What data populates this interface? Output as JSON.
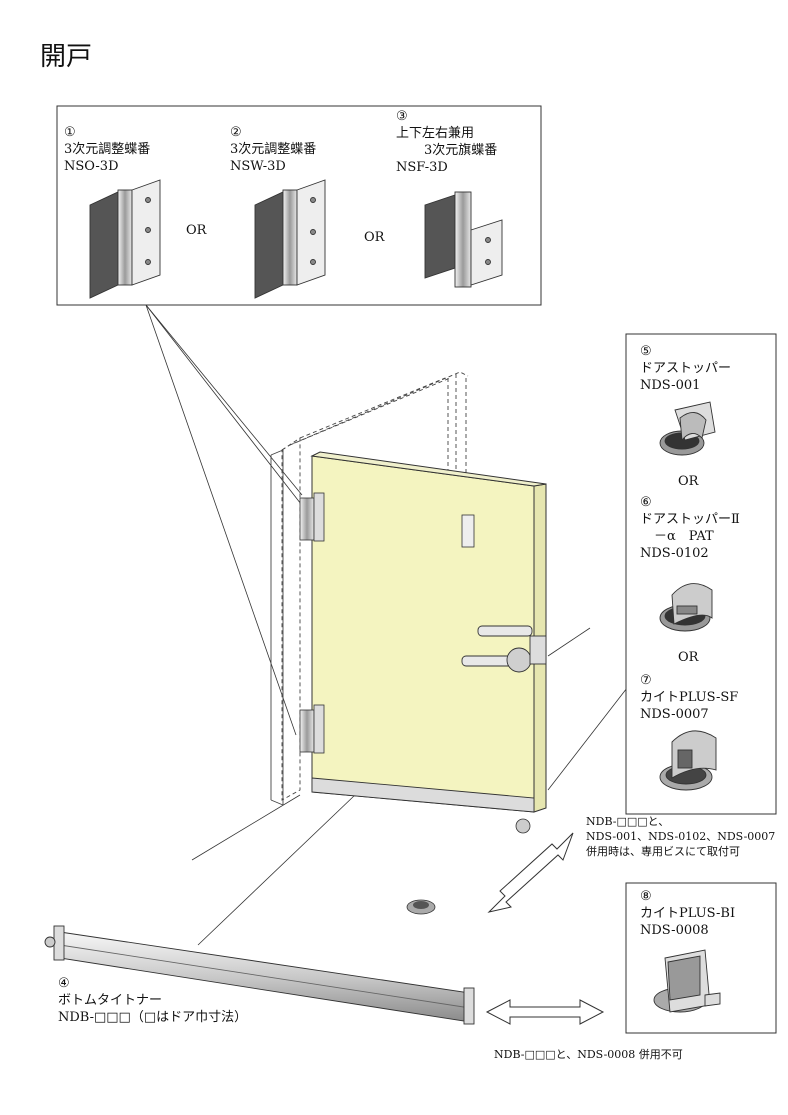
{
  "title": "開戸",
  "hinges": [
    {
      "num": "①",
      "name": "3次元調整蝶番",
      "model": "NSO-3D"
    },
    {
      "num": "②",
      "name": "3次元調整蝶番",
      "model": "NSW-3D"
    },
    {
      "num": "③",
      "name1": "上下左右兼用",
      "name2": "3次元旗蝶番",
      "model": "NSF-3D"
    }
  ],
  "or_label": "OR",
  "stoppers": [
    {
      "num": "⑤",
      "name": "ドアストッパー",
      "model": "NDS-001"
    },
    {
      "num": "⑥",
      "name1": "ドアストッパーⅡ",
      "name2": "－α　PAT",
      "model": "NDS-0102"
    },
    {
      "num": "⑦",
      "name": "カイトPLUS-SF",
      "model": "NDS-0007"
    }
  ],
  "kite_bi": {
    "num": "⑧",
    "name": "カイトPLUS-BI",
    "model": "NDS-0008"
  },
  "bottom": {
    "num": "④",
    "name": "ボトムタイトナー",
    "model": "NDB-□□□（□はドア巾寸法）"
  },
  "note_compatible": [
    "NDB-□□□と、",
    "NDS-001、NDS-0102、NDS-0007",
    "併用時は、専用ビスにて取付可"
  ],
  "note_incompatible": "NDB-□□□と、NDS-0008 併用不可"
}
